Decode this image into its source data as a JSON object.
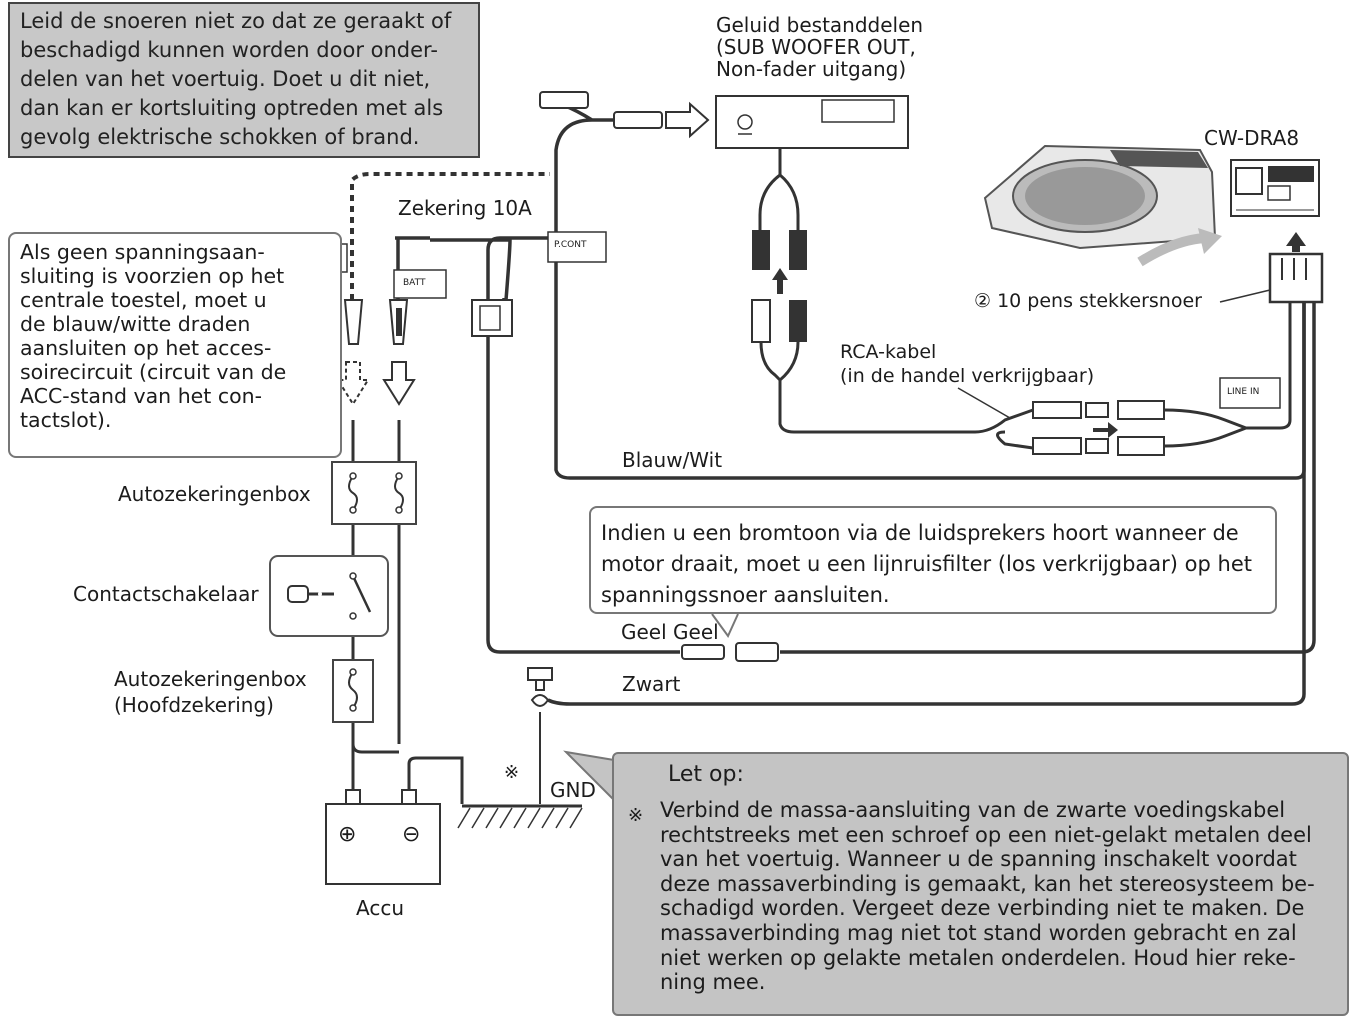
{
  "warning_box": {
    "lines": [
      "Leid de snoeren niet zo dat ze geraakt of",
      "beschadigd kunnen worden door onder-",
      "delen van het voertuig. Doet u dit niet,",
      "dan kan er kortsluiting optreden met als",
      "gevolg elektrische schokken of brand."
    ]
  },
  "sound_components": {
    "line1": "Geluid bestanddelen",
    "line2": "(SUB WOOFER OUT,",
    "line3": "Non-fader uitgang)"
  },
  "device_name": "CW-DRA8",
  "fuse_label": "Zekering 10A",
  "tags": {
    "pcont": "P.CONT",
    "batt": "BATT",
    "line_in": "LINE IN"
  },
  "connector_label": "② 10 pens stekkersnoer",
  "rca": {
    "line1": "RCA-kabel",
    "line2": "(in de handel verkrijgbaar)"
  },
  "acc_callout": {
    "lines": [
      "Als geen spanningsaan-",
      "sluiting is voorzien op het",
      "centrale toestel, moet u",
      "de blauw/witte draden",
      "aansluiten op het acces-",
      "soirecircuit (circuit van de",
      "ACC-stand van het con-",
      "tactslot)."
    ]
  },
  "wire_labels": {
    "blue_white": "Blauw/Wit",
    "yellow": "Geel Geel",
    "black": "Zwart",
    "gnd": "GND",
    "note_mark": "※"
  },
  "parts": {
    "fusebox_1": "Autozekeringenbox",
    "ignition": "Contactschakelaar",
    "fusebox_main_1": "Autozekeringenbox",
    "fusebox_main_2": "(Hoofdzekering)",
    "battery": "Accu",
    "battery_plus": "⊕",
    "battery_minus": "⊖"
  },
  "hum_callout": {
    "lines": [
      "Indien u een bromtoon via de luidsprekers hoort wanneer de",
      "motor draait, moet u een lijnruisfilter (los verkrijgbaar) op het",
      "spanningssnoer aansluiten."
    ]
  },
  "caution": {
    "title": "Let op:",
    "mark": "※",
    "lines": [
      "Verbind de massa-aansluiting van de zwarte voedingskabel",
      "rechtstreeks met een schroef op een niet-gelakt metalen deel",
      "van het voertuig. Wanneer u de spanning inschakelt voordat",
      "deze massaverbinding is gemaakt, kan het stereosysteem be-",
      "schadigd worden. Vergeet deze verbinding niet te maken. De",
      "massaverbinding mag niet tot stand worden gebracht en zal",
      "niet werken op gelakte metalen onderdelen. Houd hier reke-",
      "ning mee."
    ]
  }
}
